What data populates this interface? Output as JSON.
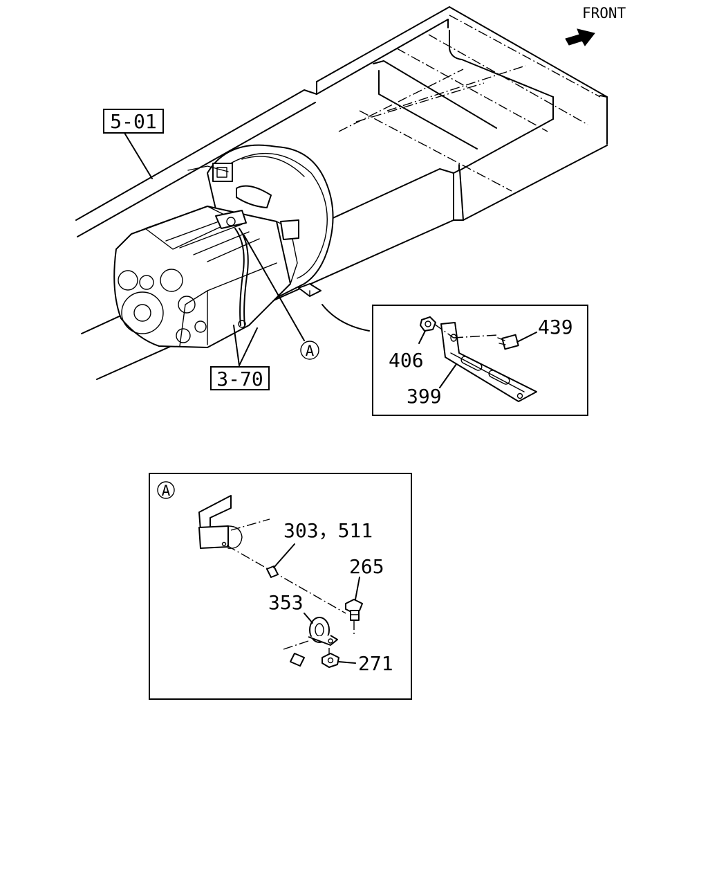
{
  "direction": {
    "label": "FRONT",
    "arrow_icon": "arrow-right-icon"
  },
  "references": {
    "frame_ref": "5-01",
    "transmission_ref": "3-70"
  },
  "callouts": {
    "detail_a": "A"
  },
  "parts": {
    "p439": "439",
    "p406": "406",
    "p399": "399",
    "p303_511": "303，511",
    "p265": "265",
    "p353": "353",
    "p271": "271"
  },
  "detail_a": {
    "marker": "A"
  }
}
